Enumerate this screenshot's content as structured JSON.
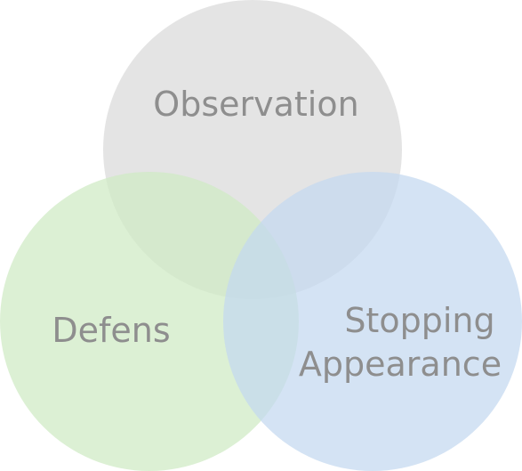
{
  "diagram": {
    "type": "venn",
    "sets": [
      {
        "id": "observation",
        "label_lines": [
          "Observation"
        ],
        "color": "#d9d9d9"
      },
      {
        "id": "defens",
        "label_lines": [
          "Defens"
        ],
        "color": "#cfeac4"
      },
      {
        "id": "stopping-appearance",
        "label_lines": [
          "Stopping",
          "Appearance"
        ],
        "color": "#c4d8f0"
      }
    ],
    "label_color": "#8e8e8e"
  }
}
